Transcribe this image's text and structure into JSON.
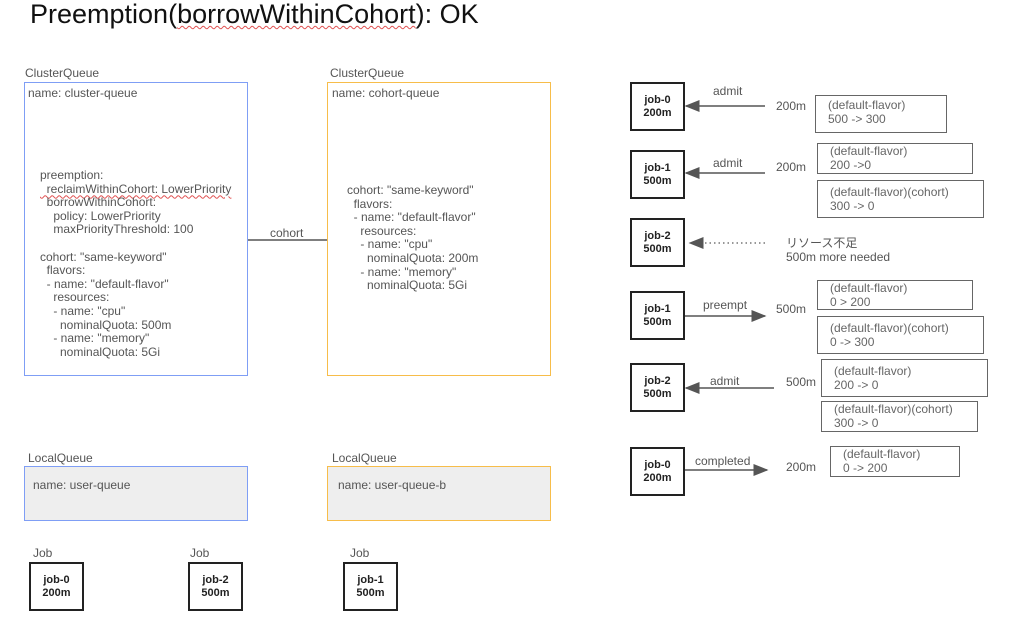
{
  "title": {
    "prefix": "Preemption(",
    "keyword": "borrowWithinCohort",
    "suffix": "): OK"
  },
  "cluster_queue_left": {
    "label": "ClusterQueue",
    "name": "name: cluster-queue",
    "lines": [
      "preemption:",
      "  reclaimWithinCohort: LowerPriority",
      "  borrowWithinCohort:",
      "    policy: LowerPriority",
      "    maxPriorityThreshold: 100",
      "",
      "cohort: \"same-keyword\"",
      "  flavors:",
      "  - name: \"default-flavor\"",
      "    resources:",
      "    - name: \"cpu\"",
      "      nominalQuota: 500m",
      "    - name: \"memory\"",
      "      nominalQuota: 5Gi"
    ]
  },
  "cohort_link_label": "cohort",
  "cluster_queue_right": {
    "label": "ClusterQueue",
    "name": "name: cohort-queue",
    "lines": [
      "cohort: \"same-keyword\"",
      "  flavors:",
      "  - name: \"default-flavor\"",
      "    resources:",
      "    - name: \"cpu\"",
      "      nominalQuota: 200m",
      "    - name: \"memory\"",
      "      nominalQuota: 5Gi"
    ]
  },
  "local_queues": [
    {
      "label": "LocalQueue",
      "name": "name: user-queue"
    },
    {
      "label": "LocalQueue",
      "name": "name: user-queue-b"
    }
  ],
  "jobs": [
    {
      "label": "Job",
      "name": "job-0",
      "cpu": "200m"
    },
    {
      "label": "Job",
      "name": "job-2",
      "cpu": "500m"
    },
    {
      "label": "Job",
      "name": "job-1",
      "cpu": "500m"
    }
  ],
  "steps": [
    {
      "job": "job-0",
      "cpu": "200m",
      "action": "admit",
      "amount": "200m",
      "states": [
        {
          "t": "(default-flavor)",
          "v": "500 -> 300"
        }
      ]
    },
    {
      "job": "job-1",
      "cpu": "500m",
      "action": "admit",
      "amount": "200m",
      "states": [
        {
          "t": "(default-flavor)",
          "v": "200 ->0"
        },
        {
          "t": "(default-flavor)(cohort)",
          "v": "300 -> 0"
        }
      ]
    },
    {
      "job": "job-2",
      "cpu": "500m",
      "note1": "リソース不足",
      "note2": "500m more needed"
    },
    {
      "job": "job-1",
      "cpu": "500m",
      "action": "preempt",
      "amount": "500m",
      "states": [
        {
          "t": "(default-flavor)",
          "v": "0 > 200"
        },
        {
          "t": "(default-flavor)(cohort)",
          "v": "0 -> 300"
        }
      ]
    },
    {
      "job": "job-2",
      "cpu": "500m",
      "action": "admit",
      "amount": "500m",
      "states": [
        {
          "t": "(default-flavor)",
          "v": "200 -> 0"
        },
        {
          "t": "(default-flavor)(cohort)",
          "v": "300 -> 0"
        }
      ]
    },
    {
      "job": "job-0",
      "cpu": "200m",
      "action": "completed",
      "amount": "200m",
      "states": [
        {
          "t": "(default-flavor)",
          "v": "0 -> 200"
        }
      ]
    }
  ],
  "colors": {
    "blue": "#7f9ef5",
    "orange": "#f7bd4a",
    "red": "#b5473a",
    "teal": "#4ba3b3"
  }
}
